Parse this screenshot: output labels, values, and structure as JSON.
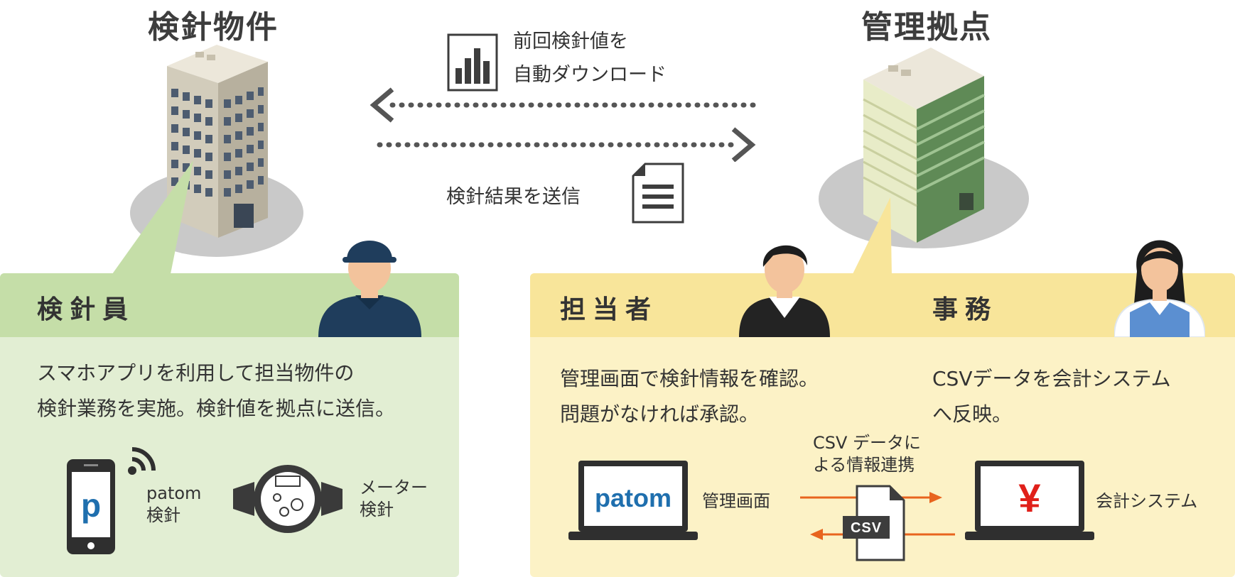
{
  "top": {
    "left_title": "検針物件",
    "right_title": "管理拠点",
    "download_line1": "前回検針値を",
    "download_line2": "自動ダウンロード",
    "send_label": "検針結果を送信"
  },
  "left_panel": {
    "title": "検針員",
    "desc_line1": "スマホアプリを利用して担当物件の",
    "desc_line2": "検針業務を実施。検針値を拠点に送信。",
    "app_name": "patom",
    "app_sub": "検針",
    "meter_line1": "メーター",
    "meter_line2": "検針"
  },
  "right_panel": {
    "staff_title": "担当者",
    "office_title": "事務",
    "staff_line1": "管理画面で検針情報を確認。",
    "staff_line2": "問題がなければ承認。",
    "office_line1": "CSVデータを会計システム",
    "office_line2": "へ反映。",
    "csv_note_line1": "CSV データに",
    "csv_note_line2": "よる情報連携",
    "csv_badge": "CSV",
    "admin_label": "管理画面",
    "accounting_label": "会計システム",
    "laptop_brand": "patom",
    "yen": "¥"
  },
  "colors": {
    "green_head": "#c5dea8",
    "green_body": "#e2eed3",
    "yellow_head": "#f8e59a",
    "yellow_body": "#fcf2c6",
    "arrow": "#555555",
    "orange": "#e8641e",
    "brand_blue": "#1f6fae",
    "yen_red": "#e0201a"
  }
}
